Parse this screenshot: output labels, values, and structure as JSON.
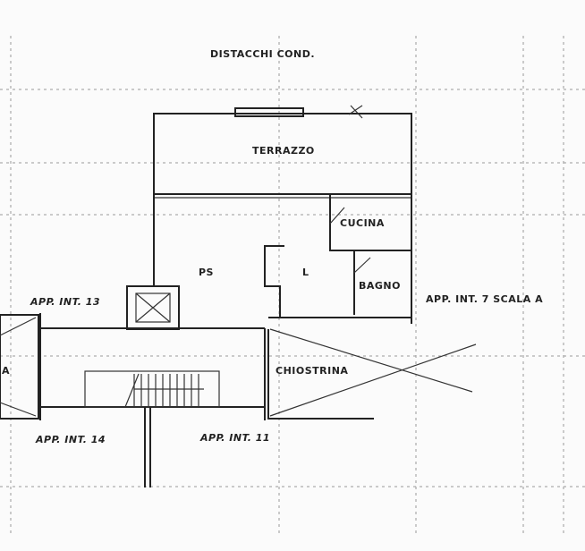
{
  "title": "DISTACCHI COND.",
  "rooms": {
    "terrace": "TERRAZZO",
    "kitchen": "CUCINA",
    "ps": "PS",
    "living": "L",
    "bathroom": "BAGNO",
    "courtyard": "CHIOSTRINA",
    "left_unit": "A"
  },
  "units": {
    "int13": "APP. INT. 13",
    "int7": "APP. INT. 7 SCALA A",
    "int14": "APP. INT. 14",
    "int11": "APP. INT. 11"
  },
  "colors": {
    "ink": "#222222",
    "paper": "#fbfbfb",
    "grid": "#9a9a9a"
  }
}
